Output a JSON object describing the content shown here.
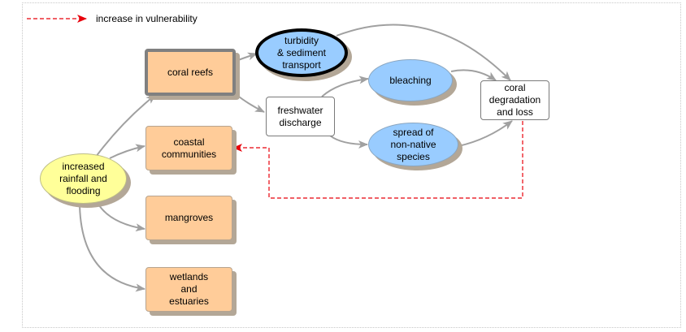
{
  "legend": {
    "label": "increase in vulnerability",
    "line_color": "#e8000b"
  },
  "colors": {
    "edge": "#a0a0a0",
    "vulnerability_edge": "#e8000b",
    "impact_box": "#ffcc99",
    "process_ellipse": "#99ccff",
    "driver_ellipse": "#ffff99"
  },
  "nodes": {
    "driver": "increased\nrainfall and\nflooding",
    "coral_reefs": "coral reefs",
    "coastal_communities": "coastal\ncommunities",
    "mangroves": "mangroves",
    "wetlands": "wetlands\nand\nestuaries",
    "turbidity": "turbidity\n& sediment\ntransport",
    "freshwater": "freshwater\ndischarge",
    "bleaching": "bleaching",
    "non_native": "spread of\nnon-native\nspecies",
    "coral_loss": "coral\ndegradation\nand loss"
  },
  "edges": [
    {
      "from": "increased rainfall and flooding",
      "to": "coral reefs",
      "type": "cause"
    },
    {
      "from": "increased rainfall and flooding",
      "to": "coastal communities",
      "type": "cause"
    },
    {
      "from": "increased rainfall and flooding",
      "to": "mangroves",
      "type": "cause"
    },
    {
      "from": "increased rainfall and flooding",
      "to": "wetlands and estuaries",
      "type": "cause"
    },
    {
      "from": "coral reefs",
      "to": "turbidity & sediment transport",
      "type": "cause"
    },
    {
      "from": "coral reefs",
      "to": "freshwater discharge",
      "type": "cause"
    },
    {
      "from": "freshwater discharge",
      "to": "bleaching",
      "type": "cause"
    },
    {
      "from": "freshwater discharge",
      "to": "spread of non-native species",
      "type": "cause"
    },
    {
      "from": "turbidity & sediment transport",
      "to": "coral degradation and loss",
      "type": "cause"
    },
    {
      "from": "bleaching",
      "to": "coral degradation and loss",
      "type": "cause"
    },
    {
      "from": "spread of non-native species",
      "to": "coral degradation and loss",
      "type": "cause"
    },
    {
      "from": "coral degradation and loss",
      "to": "coastal communities",
      "type": "increase in vulnerability"
    }
  ]
}
